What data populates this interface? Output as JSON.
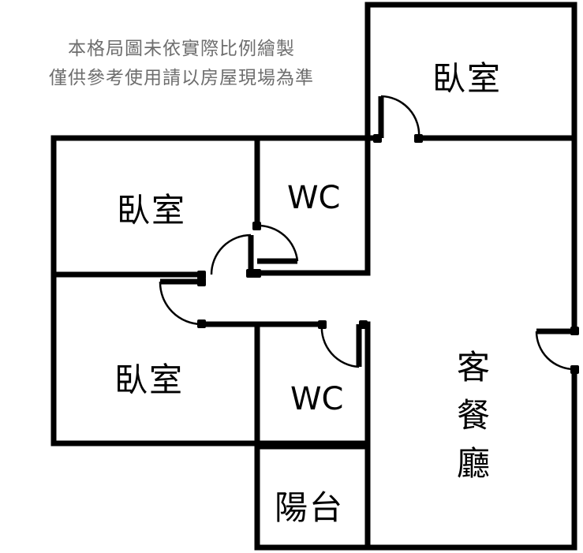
{
  "disclaimer": {
    "line1": "本格局圖未依實際比例繪製",
    "line2": "僅供參考使用請以房屋現場為準"
  },
  "rooms": {
    "bedroom_top_right": "臥室",
    "bedroom_upper_left": "臥室",
    "bedroom_lower_left": "臥室",
    "wc_upper": "WC",
    "wc_lower": "WC",
    "balcony": "陽台",
    "living_dining": [
      "客",
      "餐",
      "廳"
    ]
  },
  "colors": {
    "wall": "#000000",
    "disclaimer_text": "#6e6e6e",
    "background": "#ffffff"
  }
}
